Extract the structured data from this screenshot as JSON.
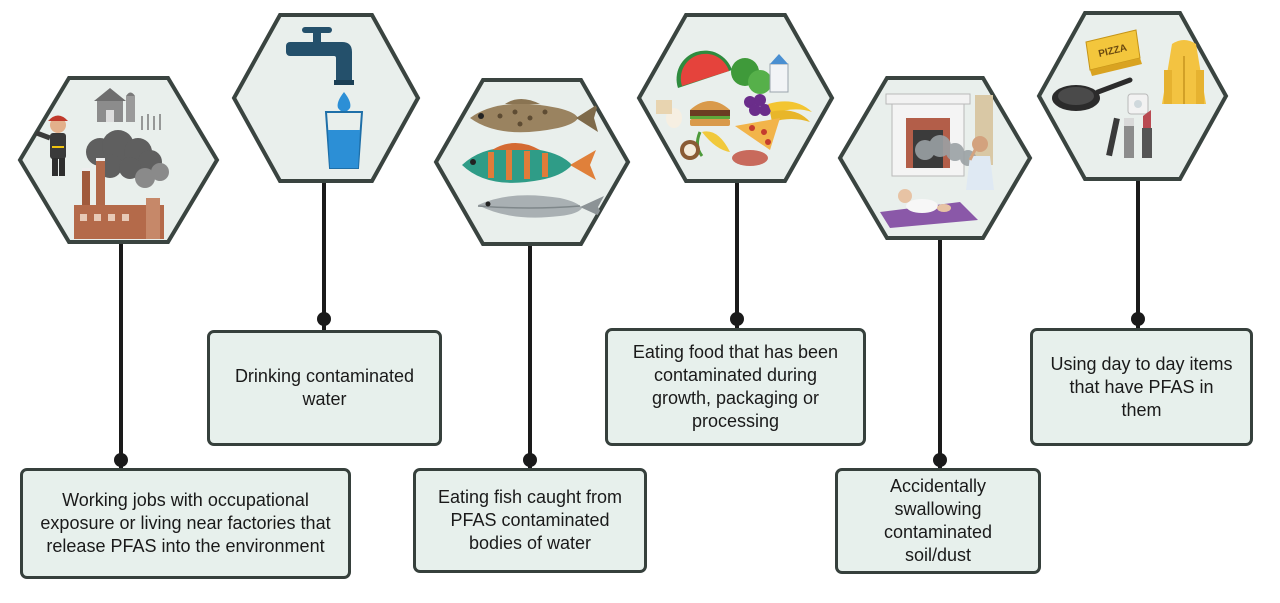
{
  "title": "",
  "colors": {
    "hex_fill": "#e9efec",
    "hex_border": "#3a4440",
    "box_fill": "#e7f0ec",
    "box_border": "#36403c",
    "connector": "#1a1a1a"
  },
  "routes": [
    {
      "id": "occupational",
      "icon": "factory-firefighter-icon",
      "label": "Working jobs with occupational exposure or living near factories that release PFAS into the environment"
    },
    {
      "id": "water",
      "icon": "faucet-water-glass-icon",
      "label": "Drinking contaminated water"
    },
    {
      "id": "fish",
      "icon": "fish-icon",
      "label": "Eating fish caught from PFAS contaminated bodies of water"
    },
    {
      "id": "food",
      "icon": "food-pile-icon",
      "label": "Eating food that has been contaminated during growth, packaging or processing"
    },
    {
      "id": "dust",
      "icon": "household-dust-icon",
      "label": "Accidentally swallowing contaminated soil/dust"
    },
    {
      "id": "items",
      "icon": "consumer-products-icon",
      "label": "Using day to day items that have PFAS in them"
    },
    {
      "id": "pizza-box-text",
      "icon": "pizza-box-icon",
      "label": "PIZZA"
    }
  ]
}
